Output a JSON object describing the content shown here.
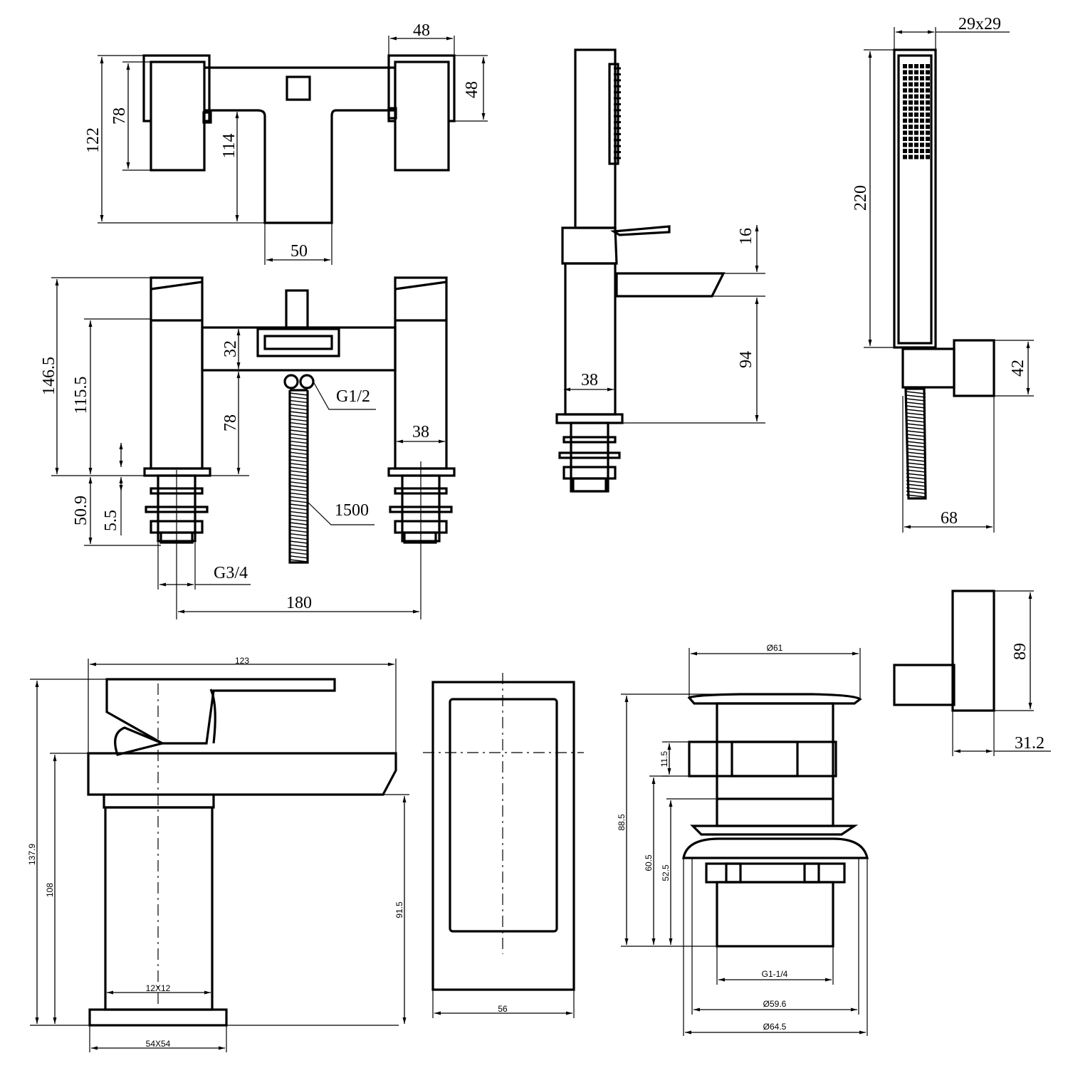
{
  "bath_mixer": {
    "top_view": {
      "overall_height": "122",
      "handle_height": "78",
      "body_height": "114",
      "handle_width": "48",
      "handle_depth": "48",
      "spout_width": "50"
    },
    "front_view": {
      "overall_height": "146.5",
      "body_height": "115.5",
      "bridge_height": "32",
      "bridge_level": "78",
      "leg_width": "38",
      "shank_length": "50.9",
      "nut_height": "5.5",
      "outlet_thread": "G1/2",
      "hose_length": "1500",
      "inlet_thread": "G3/4",
      "centres": "180"
    },
    "side_view": {
      "spout_thickness": "16",
      "spout_height": "94",
      "body_width": "38"
    }
  },
  "shower_handset": {
    "head_size": "29x29",
    "length": "220",
    "holder_height": "42",
    "projection": "68"
  },
  "wall_bracket": {
    "height": "89",
    "depth": "31.2"
  },
  "basin_mixer": {
    "length": "123",
    "overall_height": "137.9",
    "body_height": "108",
    "spout_height": "91.5",
    "inner_square": "12X12",
    "base": "54X54",
    "plan_width": "56"
  },
  "waste": {
    "flange_top": "Ø61",
    "overall_height": "88.5",
    "slot_height": "11.5",
    "body_height": "60.5",
    "lower_height": "52.5",
    "thread": "G1-1/4",
    "body_diameter": "Ø59.6",
    "flange_diameter": "Ø64.5"
  }
}
